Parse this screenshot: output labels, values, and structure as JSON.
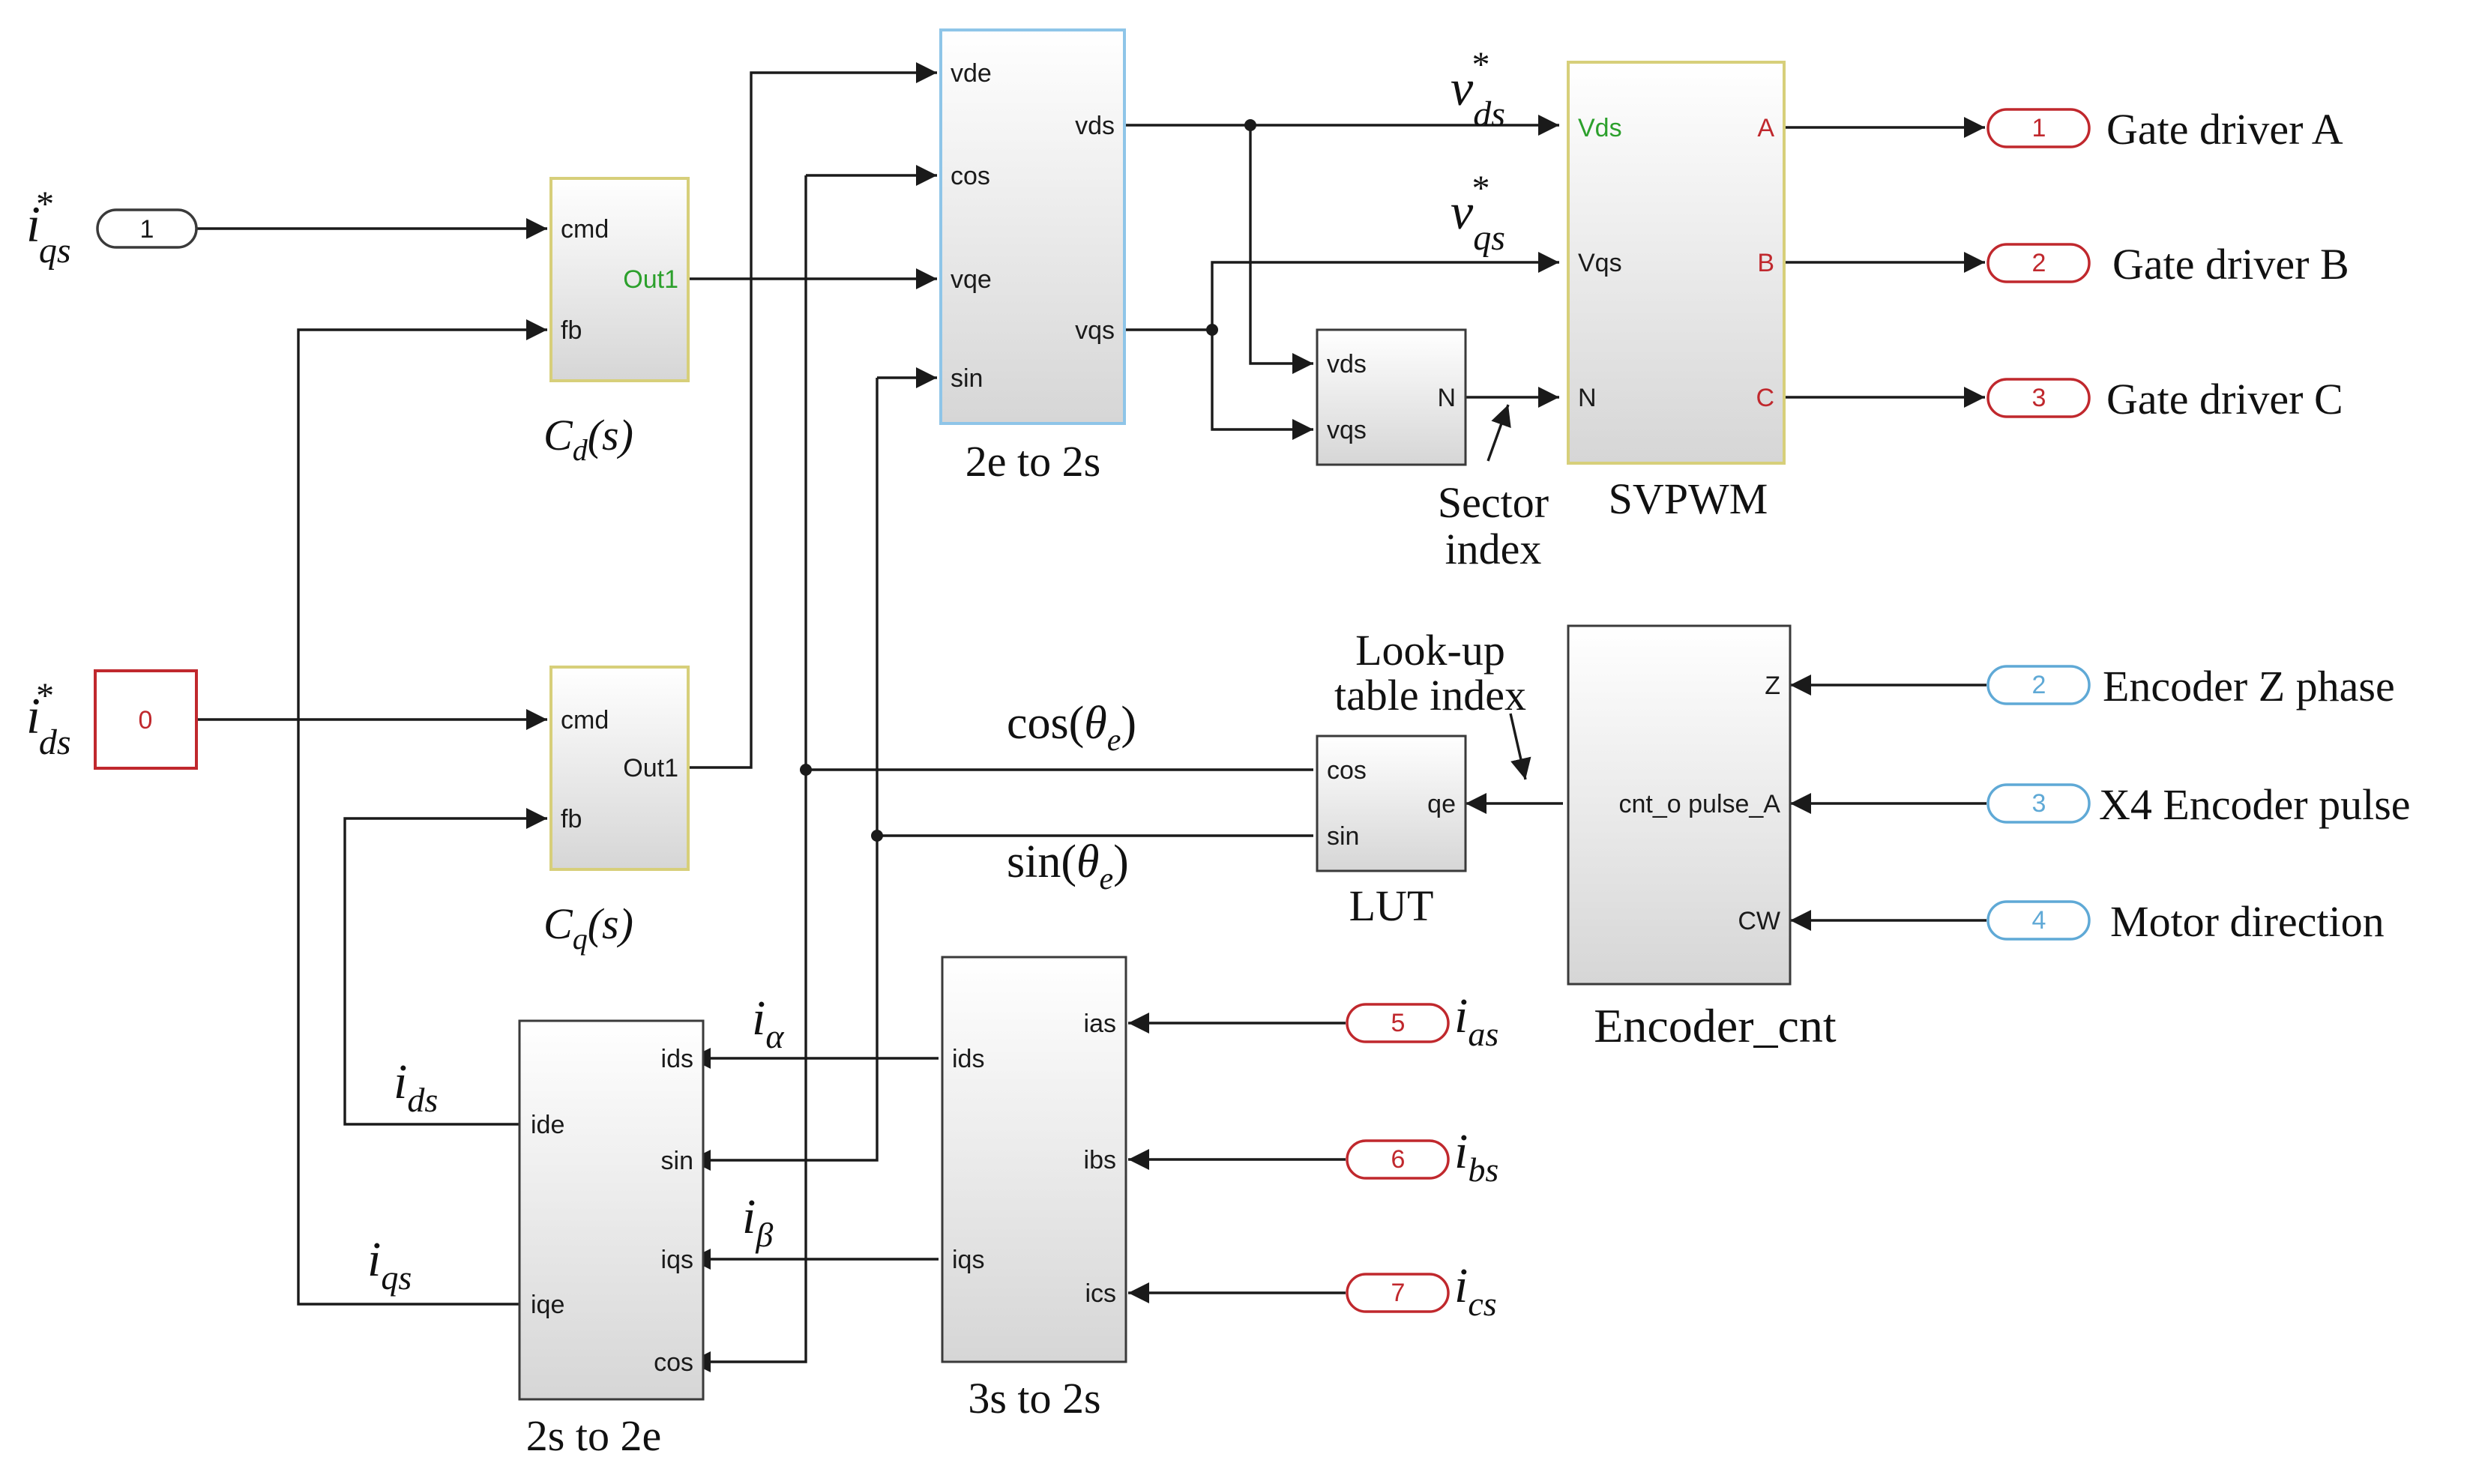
{
  "colors": {
    "wire": "#1a1a1a",
    "block_border": "#3a3a3a",
    "subsystem_border_yellow": "#d7cf7a",
    "subsystem_border_blue": "#8ec5e8",
    "inport_red": "#c0282d",
    "inport_blue": "#5fa9d6",
    "port_green": "#2ca02c",
    "port_red": "#c0282d"
  },
  "inports": {
    "iqs_ref": "1",
    "enc_z": "2",
    "x4_pulse": "3",
    "motor_dir": "4",
    "ias": "5",
    "ibs": "6",
    "ics": "7"
  },
  "constant": {
    "ids_ref": "0"
  },
  "outports": {
    "a": "1",
    "b": "2",
    "c": "3"
  },
  "output_labels": {
    "gate_a": "Gate driver A",
    "gate_b": "Gate driver B",
    "gate_c": "Gate driver C"
  },
  "input_labels": {
    "enc_z": "Encoder Z phase",
    "x4_pulse": "X4 Encoder pulse",
    "motor_dir": "Motor direction"
  },
  "blocks": {
    "cd": {
      "caption_sym": "C",
      "caption_sub": "d",
      "caption_tail": "(s)",
      "in1": "cmd",
      "in2": "fb",
      "out": "Out1"
    },
    "cq": {
      "caption_sym": "C",
      "caption_sub": "q",
      "caption_tail": "(s)",
      "in1": "cmd",
      "in2": "fb",
      "out": "Out1"
    },
    "e2s": {
      "caption": "2e to 2s",
      "in1": "vde",
      "in2": "cos",
      "in3": "vqe",
      "in4": "sin",
      "out1": "vds",
      "out2": "vqs"
    },
    "sector": {
      "in1": "vds",
      "in2": "vqs",
      "out": "N"
    },
    "svpwm": {
      "caption": "SVPWM",
      "in1": "Vds",
      "in2": "Vqs",
      "in3": "N",
      "out1": "A",
      "out2": "B",
      "out3": "C"
    },
    "lut": {
      "caption": "LUT",
      "in1": "cos",
      "in2": "sin",
      "out": "qe"
    },
    "enc": {
      "caption": "Encoder_cnt",
      "in1": "Z",
      "in2": "cnt_o pulse_A",
      "in3": "CW"
    },
    "s2e": {
      "caption": "2s to 2e",
      "left": "ide",
      "left2": "iqe",
      "right1": "ids",
      "right2": "sin",
      "right3": "iqs",
      "right4": "cos"
    },
    "s3to2": {
      "caption": "3s to 2s",
      "left1": "ids",
      "left2": "iqs",
      "right1": "ias",
      "right2": "ibs",
      "right3": "ics"
    }
  },
  "annotations": {
    "sector_line1": "Sector",
    "sector_line2": "index",
    "lut_line1": "Look-up",
    "lut_line2": "table index",
    "cos_fn": "cos(",
    "sin_fn": "sin(",
    "theta": "θ",
    "theta_sub": "e",
    "close": ")"
  },
  "math": {
    "iqs_star": {
      "base": "i",
      "sup": "*",
      "sub": "qs"
    },
    "ids_star": {
      "base": "i",
      "sup": "*",
      "sub": "ds"
    },
    "vds_star": {
      "base": "v",
      "sup": "*",
      "sub": "ds"
    },
    "vqs_star": {
      "base": "v",
      "sup": "*",
      "sub": "qs"
    },
    "i_alpha": {
      "base": "i",
      "sub": "α"
    },
    "i_beta": {
      "base": "i",
      "sub": "β"
    },
    "i_ds": {
      "base": "i",
      "sub": "ds"
    },
    "i_qs": {
      "base": "i",
      "sub": "qs"
    },
    "i_as": {
      "base": "i",
      "sub": "as"
    },
    "i_bs": {
      "base": "i",
      "sub": "bs"
    },
    "i_cs": {
      "base": "i",
      "sub": "cs"
    }
  }
}
